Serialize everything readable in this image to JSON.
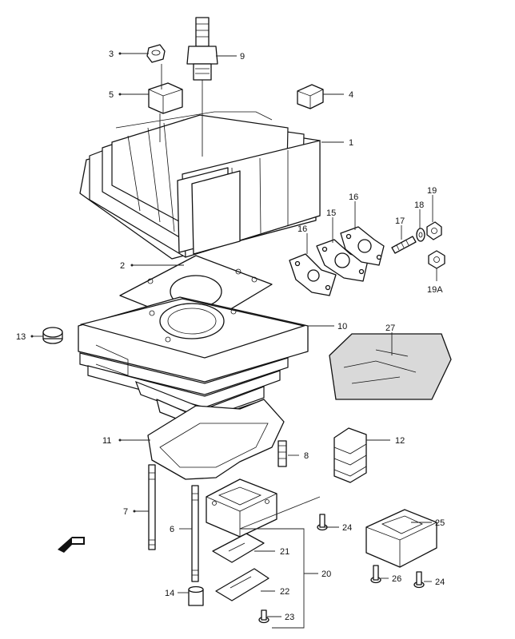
{
  "labels": {
    "p1": "1",
    "p2": "2",
    "p3": "3",
    "p4": "4",
    "p5": "5",
    "p6": "6",
    "p7": "7",
    "p8": "8",
    "p9": "9",
    "p10": "10",
    "p11": "11",
    "p12": "12",
    "p13": "13",
    "p14": "14",
    "p15": "15",
    "p16a": "16",
    "p16b": "16",
    "p17": "17",
    "p18": "18",
    "p19": "19",
    "p19a": "19A",
    "p20": "20",
    "p21": "21",
    "p22": "22",
    "p23": "23",
    "p24a": "24",
    "p24b": "24",
    "p25": "25",
    "p26": "26",
    "p27": "27"
  },
  "icons": {
    "direction": "forward-arrow-icon"
  }
}
